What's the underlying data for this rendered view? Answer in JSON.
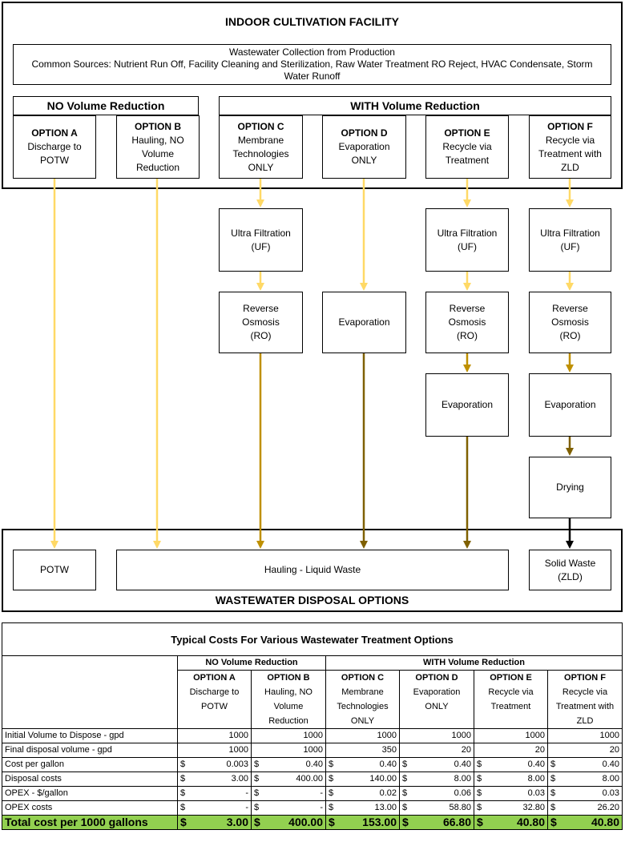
{
  "facility": {
    "title": "INDOOR CULTIVATION FACILITY",
    "collection_title": "Wastewater Collection from Production",
    "collection_sources": "Common Sources: Nutrient Run Off, Facility Cleaning and Sterilization, Raw Water Treatment RO Reject, HVAC Condensate, Storm Water Runoff",
    "no_reduction": "NO Volume Reduction",
    "with_reduction": "WITH Volume Reduction"
  },
  "options": [
    {
      "title": "OPTION A",
      "desc": "Discharge to POTW"
    },
    {
      "title": "OPTION B",
      "desc": "Hauling, NO Volume Reduction"
    },
    {
      "title": "OPTION C",
      "desc": "Membrane Technologies ONLY"
    },
    {
      "title": "OPTION D",
      "desc": "Evaporation ONLY"
    },
    {
      "title": "OPTION E",
      "desc": "Recycle via Treatment"
    },
    {
      "title": "OPTION F",
      "desc": "Recycle via Treatment with ZLD"
    }
  ],
  "process": {
    "uf": "Ultra Filtration (UF)",
    "ro": "Reverse Osmosis (RO)",
    "evap": "Evaporation",
    "drying": "Drying"
  },
  "disposal": {
    "title": "WASTEWATER DISPOSAL OPTIONS",
    "potw": "POTW",
    "hauling": "Hauling - Liquid Waste",
    "solid": "Solid Waste (ZLD)"
  },
  "colors": {
    "light_arrow": "#ffd966",
    "mid_arrow": "#bf9000",
    "dark_arrow": "#7f6000",
    "total_bg": "#92d050"
  },
  "table": {
    "caption": "Typical Costs For Various Wastewater Treatment Options",
    "group_no": "NO Volume Reduction",
    "group_with": "WITH Volume Reduction",
    "rows": [
      {
        "label": "Initial Volume to Dispose - gpd",
        "cur": false,
        "vals": [
          "1000",
          "1000",
          "1000",
          "1000",
          "1000",
          "1000"
        ]
      },
      {
        "label": "Final disposal volume - gpd",
        "cur": false,
        "vals": [
          "1000",
          "1000",
          "350",
          "20",
          "20",
          "20"
        ]
      },
      {
        "label": "Cost per gallon",
        "cur": true,
        "vals": [
          "0.003",
          "0.40",
          "0.40",
          "0.40",
          "0.40",
          "0.40"
        ]
      },
      {
        "label": "Disposal costs",
        "cur": true,
        "vals": [
          "3.00",
          "400.00",
          "140.00",
          "8.00",
          "8.00",
          "8.00"
        ]
      },
      {
        "label": "OPEX - $/gallon",
        "cur": true,
        "vals": [
          "-",
          "-",
          "0.02",
          "0.06",
          "0.03",
          "0.03"
        ]
      },
      {
        "label": "OPEX costs",
        "cur": true,
        "vals": [
          "-",
          "-",
          "13.00",
          "58.80",
          "32.80",
          "26.20"
        ]
      }
    ],
    "total": {
      "label": "Total cost per 1000 gallons",
      "vals": [
        "3.00",
        "400.00",
        "153.00",
        "66.80",
        "40.80",
        "40.80"
      ]
    },
    "currency": "$"
  }
}
